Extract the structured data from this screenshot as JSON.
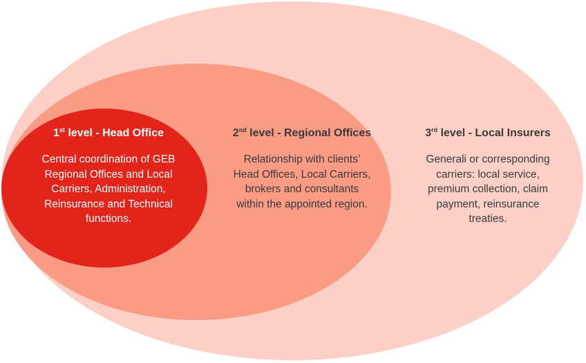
{
  "colors": {
    "level_3_fill": "#fcd0c6",
    "level_2_fill": "#fa9b86",
    "level_1_fill": "#e3241a",
    "level_1_text": "#ffffff",
    "dark_text": "#3a3a3a"
  },
  "levels": [
    {
      "number": "1",
      "ordinal_suffix": "st",
      "title_rest": " level - Head Office",
      "description_lines": [
        "Central coordination of GEB",
        "Regional Offices and Local",
        "Carriers, Administration,",
        "Reinsurance and Technical",
        "functions."
      ]
    },
    {
      "number": "2",
      "ordinal_suffix": "nd",
      "title_rest": " level - Regional Offices",
      "description_lines": [
        "Relationship with clients’",
        "Head Offices, Local Carriers,",
        "brokers and consultants",
        "within the appointed region."
      ]
    },
    {
      "number": "3",
      "ordinal_suffix": "rd",
      "title_rest": " level - Local Insurers",
      "description_lines": [
        "Generali or corresponding",
        "carriers: local service,",
        "premium collection, claim",
        "payment, reinsurance",
        "treaties."
      ]
    }
  ]
}
